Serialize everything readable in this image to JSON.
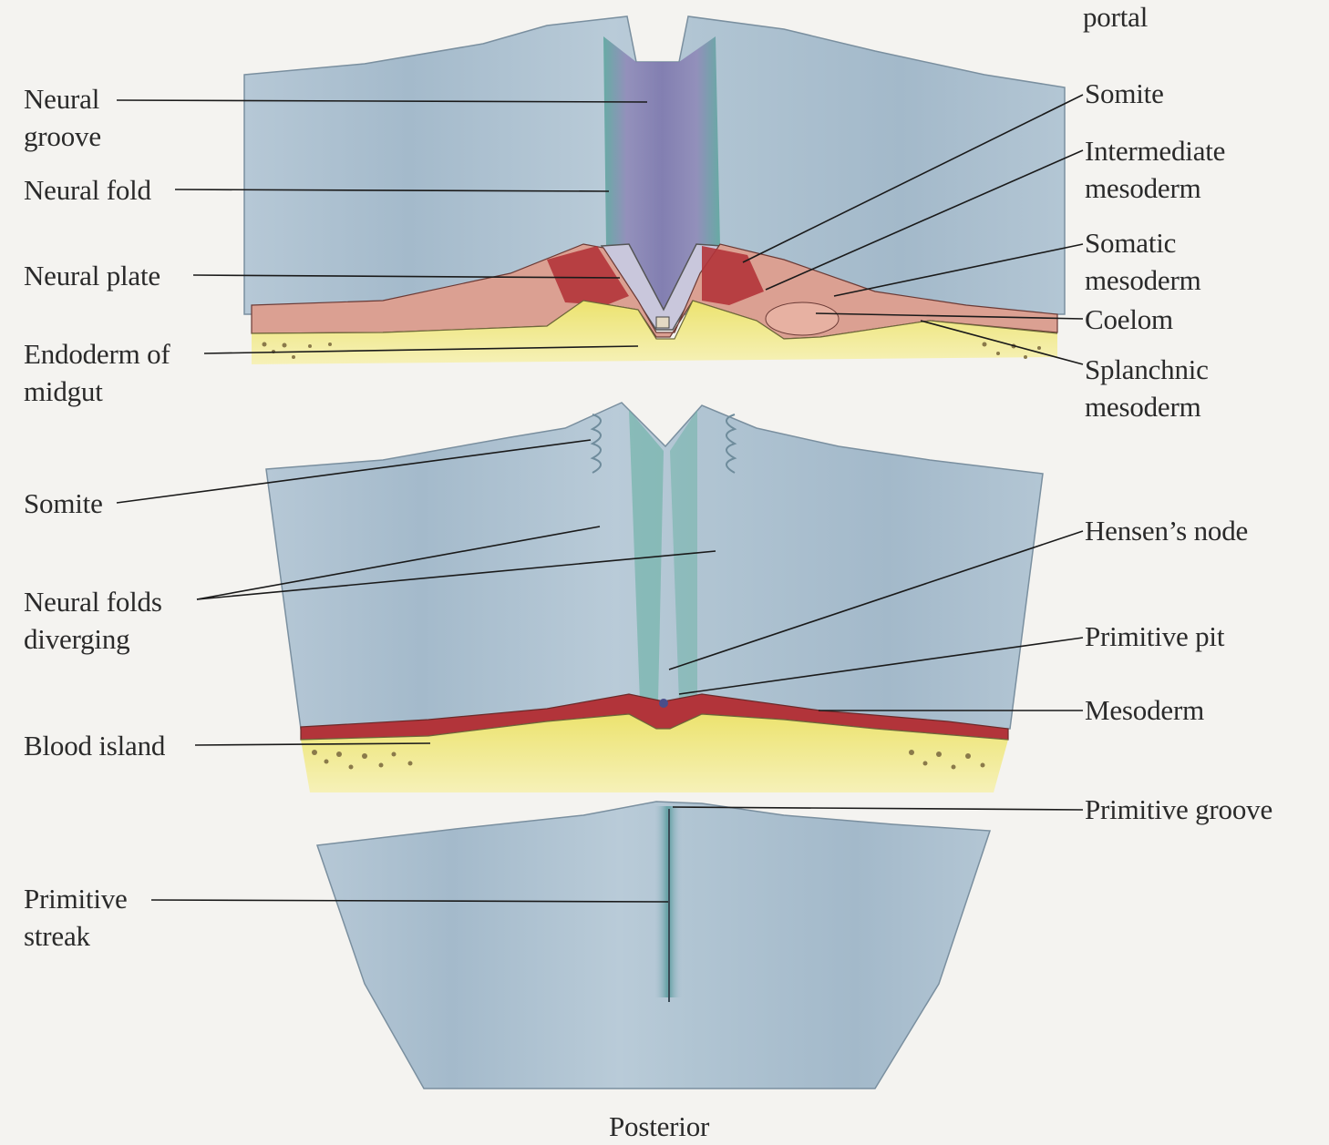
{
  "labels": {
    "portal": "portal",
    "neural_groove": "Neural\ngroove",
    "neural_fold": "Neural fold",
    "neural_plate": "Neural plate",
    "endoderm_midgut": "Endoderm of\nmidgut",
    "somite_top": "Somite",
    "intermediate_mesoderm": "Intermediate\nmesoderm",
    "somatic_mesoderm": "Somatic\nmesoderm",
    "coelom": "Coelom",
    "splanchnic_mesoderm": "Splanchnic\nmesoderm",
    "somite_mid": "Somite",
    "neural_folds_diverging": "Neural folds\ndiverging",
    "blood_island": "Blood island",
    "hensens_node": "Hensen’s node",
    "primitive_pit": "Primitive pit",
    "mesoderm": "Mesoderm",
    "primitive_groove": "Primitive groove",
    "primitive_streak": "Primitive\nstreak",
    "posterior": "Posterior"
  },
  "colors": {
    "ectoderm_surface": "#a9bfcf",
    "neural_groove": "#8c86b5",
    "fold_highlight": "#6fb2a8",
    "mesoderm_dark": "#b2343a",
    "mesoderm_light": "#dba092",
    "yolk": "#ece68a",
    "leader_line": "#1a1a1a"
  }
}
